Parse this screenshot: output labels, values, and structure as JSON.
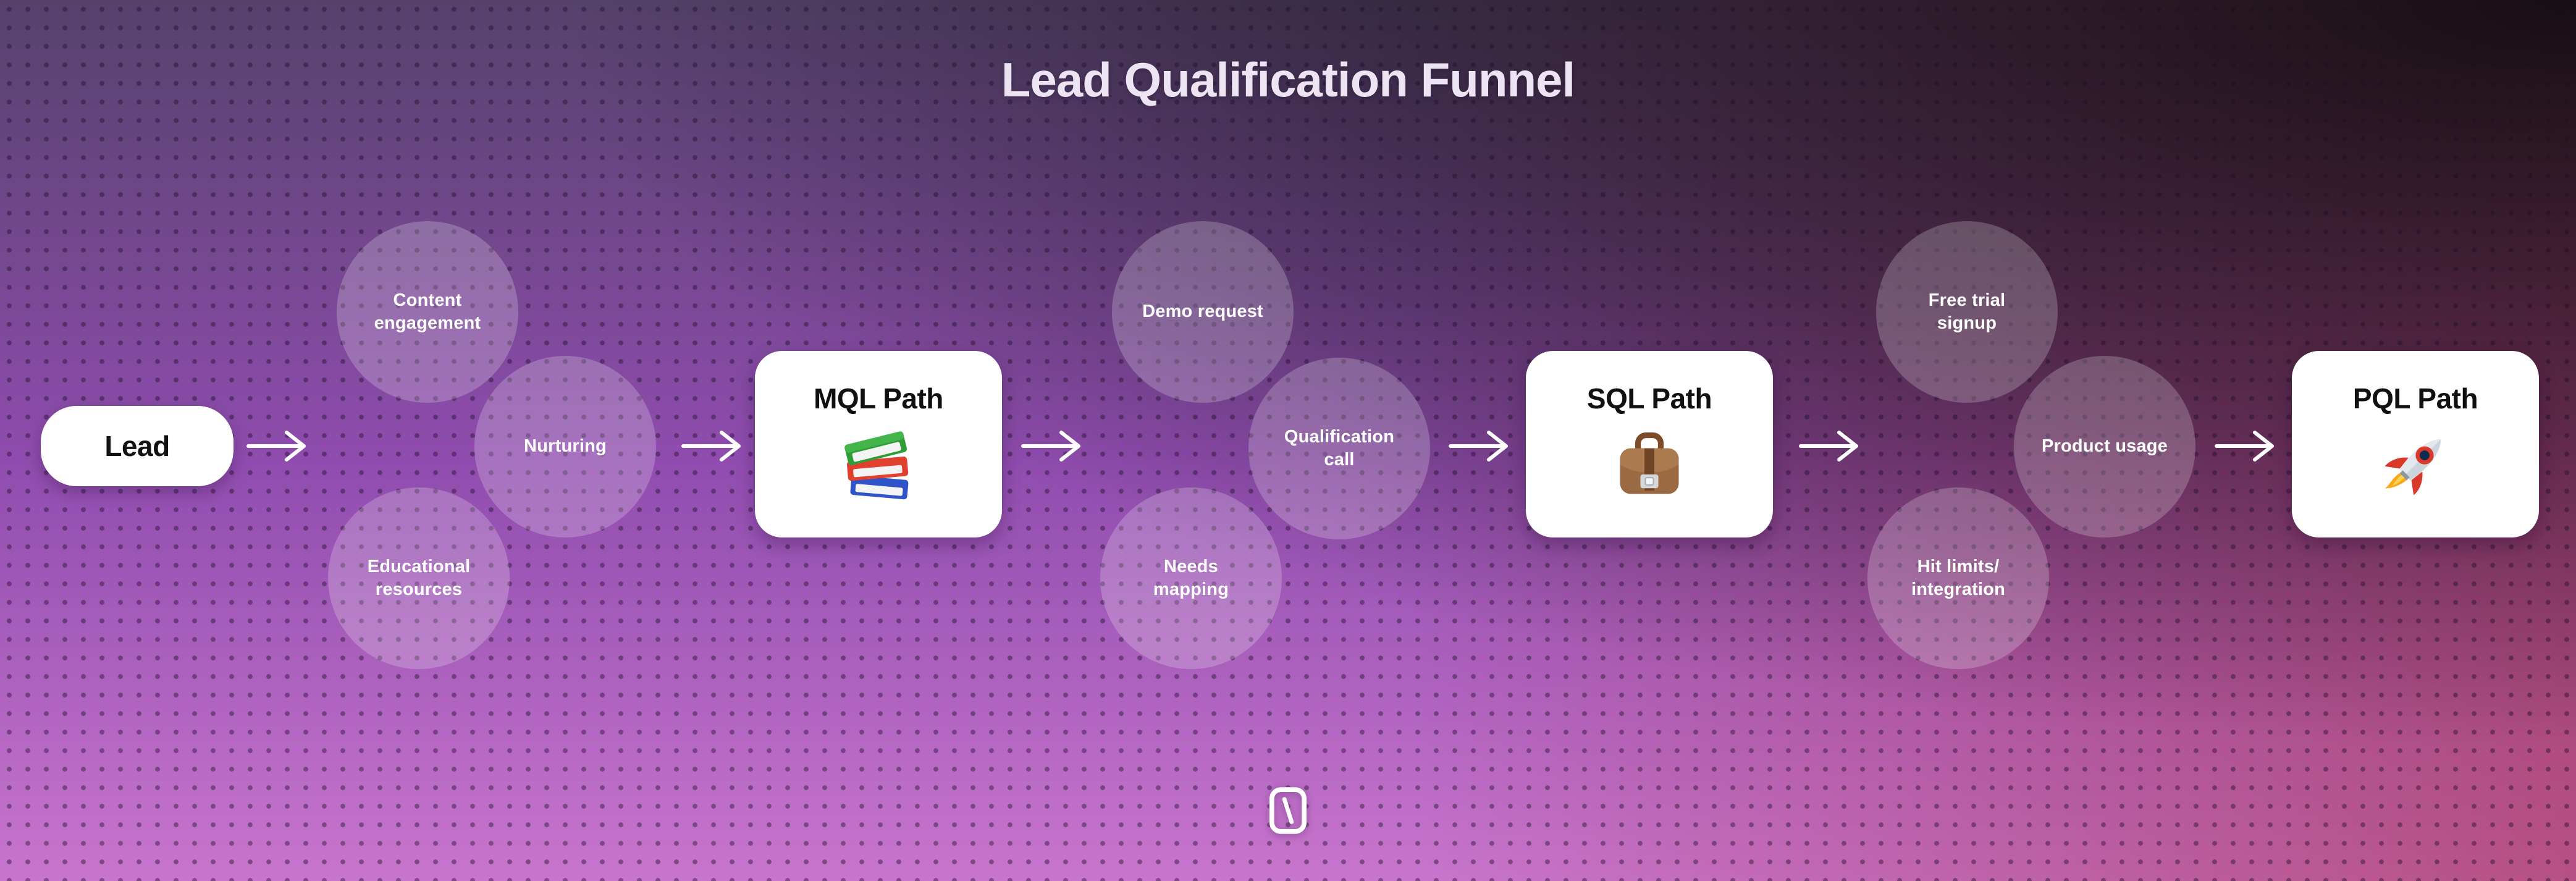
{
  "title": "Lead Qualification Funnel",
  "funnel": {
    "start": {
      "label": "Lead"
    },
    "stages": [
      {
        "signals": [
          "Content\nengagement",
          "Nurturing",
          "Educational\nresources"
        ],
        "card": {
          "label": "MQL Path",
          "icon": "books-icon"
        }
      },
      {
        "signals": [
          "Demo request",
          "Qualification\ncall",
          "Needs\nmapping"
        ],
        "card": {
          "label": "SQL Path",
          "icon": "briefcase-icon"
        }
      },
      {
        "signals": [
          "Free trial\nsignup",
          "Product usage",
          "Hit limits/\nintegration"
        ],
        "card": {
          "label": "PQL Path",
          "icon": "rocket-icon"
        }
      }
    ]
  },
  "footer": {
    "logo_icon": "napkin-logo-icon"
  },
  "colors": {
    "background_top_left": "#5a4870",
    "background_top_right": "#2a2327",
    "background_bottom_left": "#c173ce",
    "background_bottom_right": "#b55a74",
    "node_background": "#ffffff",
    "node_text": "#121212",
    "bubble_fill": "rgba(255,255,255,0.21)",
    "bubble_text": "#ffffff",
    "title_text": "#ece4f2",
    "arrow": "#ffffff"
  }
}
